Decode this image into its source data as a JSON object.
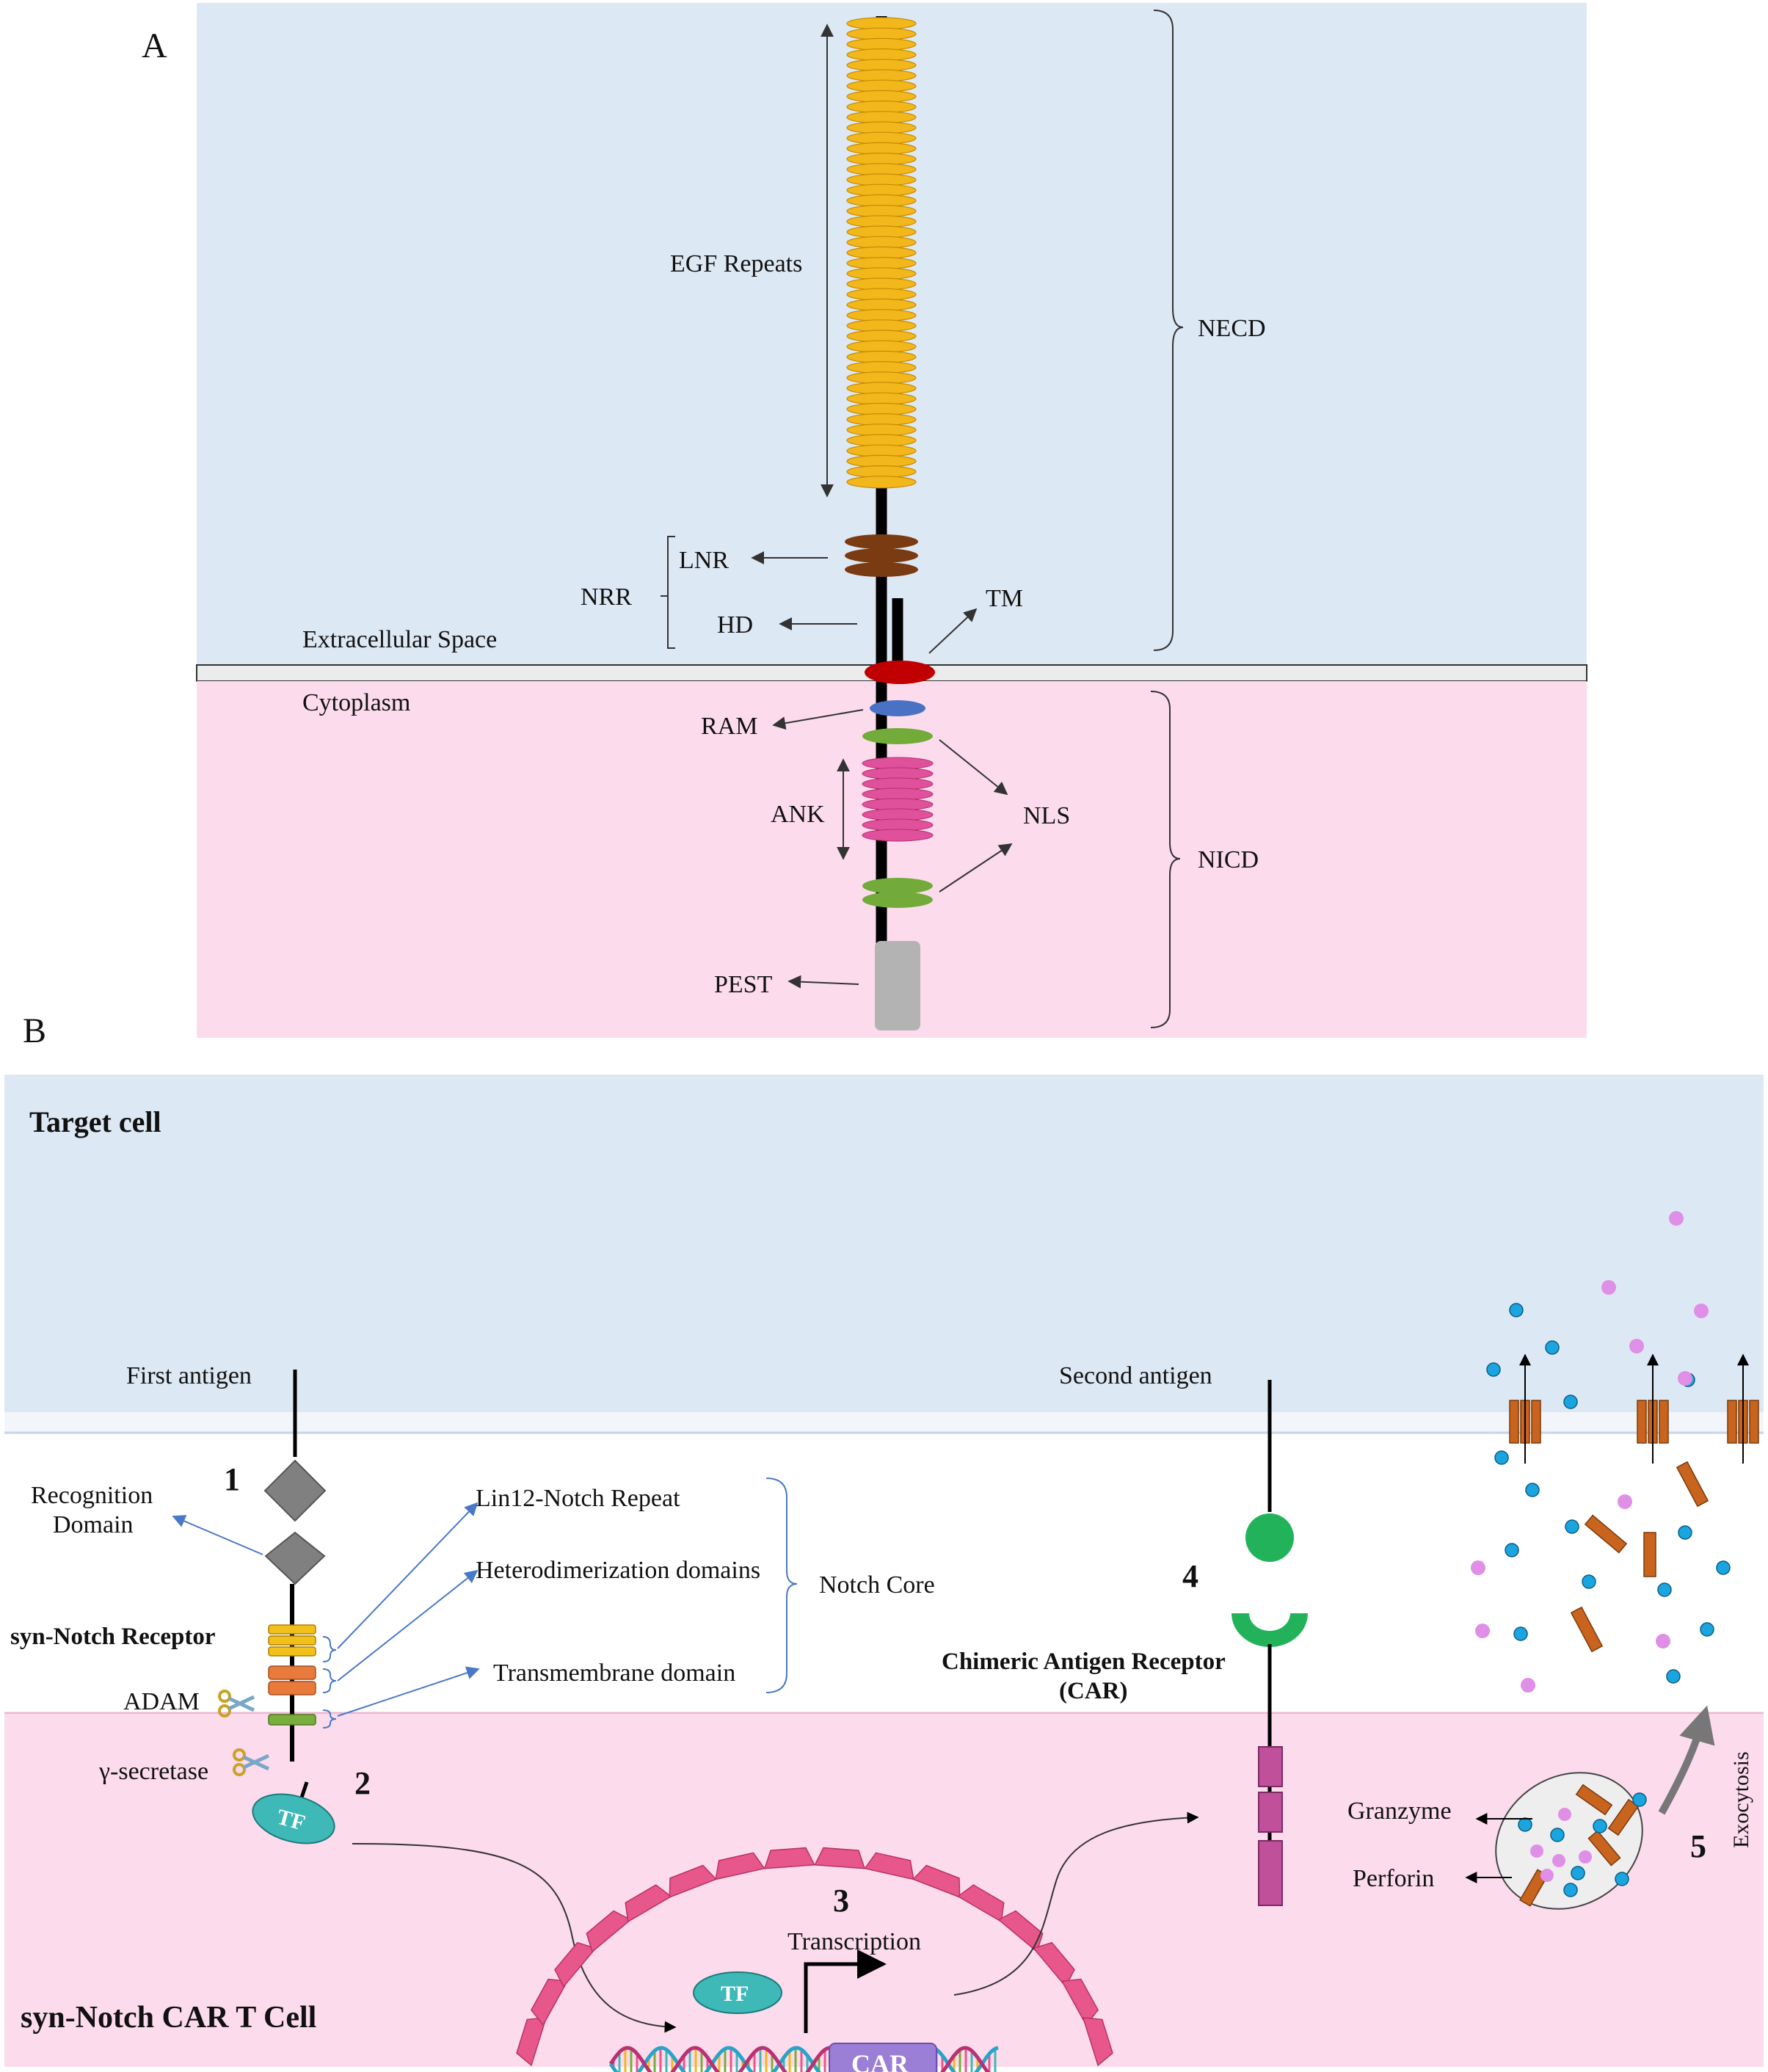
{
  "panel_a": {
    "letter": "A",
    "extracellular_label": "Extracellular Space",
    "cytoplasm_label": "Cytoplasm",
    "egf_label": "EGF Repeats",
    "necd_label": "NECD",
    "nrr_label": "NRR",
    "lnr_label": "LNR",
    "hd_label": "HD",
    "tm_label": "TM",
    "ram_label": "RAM",
    "ank_label": "ANK",
    "nls_label": "NLS",
    "nicd_label": "NICD",
    "pest_label": "PEST",
    "colors": {
      "extracellular_bg": "#dde8f5",
      "cytoplasm_bg": "#fcdcec",
      "egf": "#f2b71b",
      "lnr": "#7a3a12",
      "tm": "#c00000",
      "ram": "#4a72c4",
      "nls": "#72ab3a",
      "ank": "#e0519c",
      "pest": "#b3b3b3"
    }
  },
  "panel_b": {
    "letter": "B",
    "target_cell_label": "Target cell",
    "car_t_label": "syn-Notch CAR T Cell",
    "first_antigen": "First antigen",
    "second_antigen": "Second antigen",
    "recognition_domain": [
      "Recognition",
      "Domain"
    ],
    "syn_notch_receptor": "syn-Notch Receptor",
    "adam_label": "ADAM",
    "gamma_secretase_label": "γ-secretase",
    "lin12": "Lin12-Notch Repeat",
    "heterodimerization": "Heterodimerization domains",
    "transmembrane": "Transmembrane domain",
    "notch_core": "Notch Core",
    "car_label": [
      "Chimeric Antigen Receptor",
      "(CAR)"
    ],
    "tf": "TF",
    "car_gene": "CAR",
    "transcription": "Transcription",
    "granzyme": "Granzyme",
    "perforin": "Perforin",
    "exocytosis": "Exocytosis",
    "steps": [
      "1",
      "2",
      "3",
      "4",
      "5"
    ],
    "colors": {
      "target_bg": "#dde8f5",
      "tcell_bg": "#fcdcec",
      "tf": "#3fb8b8",
      "car_gene": "#9b7fd6",
      "car_receptor": "#22b35a",
      "car_tail": "#c0509a",
      "nucleus": "#e8578a",
      "granzyme": "#c8641e",
      "perforin_dot": "#e08fe6",
      "granule_dot": "#1aa5e0"
    }
  }
}
